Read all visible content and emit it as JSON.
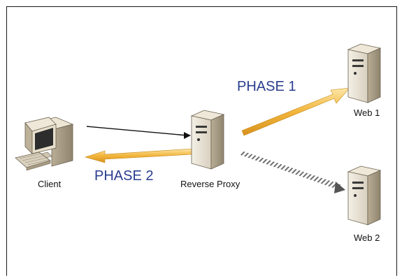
{
  "nodes": {
    "client": {
      "label": "Client"
    },
    "reverse_proxy": {
      "label": "Reverse Proxy"
    },
    "web1": {
      "label": "Web 1"
    },
    "web2": {
      "label": "Web 2"
    }
  },
  "phases": {
    "phase1": "PHASE 1",
    "phase2": "PHASE 2"
  },
  "colors": {
    "phase_text": "#2a3d8f",
    "orange_arrow": "#f2b53b",
    "black_arrow": "#111111",
    "hatched_link": "#6e6e6e"
  }
}
